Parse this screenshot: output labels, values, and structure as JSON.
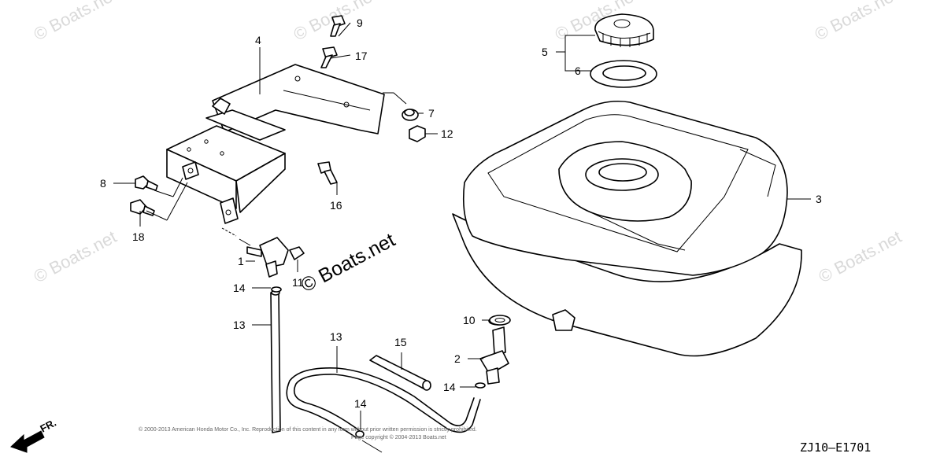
{
  "watermarks": {
    "text": "© Boats.net"
  },
  "callouts": {
    "c1": "1",
    "c2": "2",
    "c3": "3",
    "c4": "4",
    "c5": "5",
    "c6": "6",
    "c7": "7",
    "c8": "8",
    "c9": "9",
    "c10": "10",
    "c11": "11",
    "c12": "12",
    "c13a": "13",
    "c13b": "13",
    "c14a": "14",
    "c14b": "14",
    "c14c": "14",
    "c15": "15",
    "c16": "16",
    "c17": "17",
    "c18": "18"
  },
  "direction_label": "FR.",
  "copyright_line1": "© 2000-2013 American Honda Motor Co., Inc. Reproduction of this content in any form without prior written permission is strictly prohibited.",
  "copyright_line2": "Page copyright © 2004-2013 Boats.net",
  "diagram_code": "ZJ10—E1701"
}
